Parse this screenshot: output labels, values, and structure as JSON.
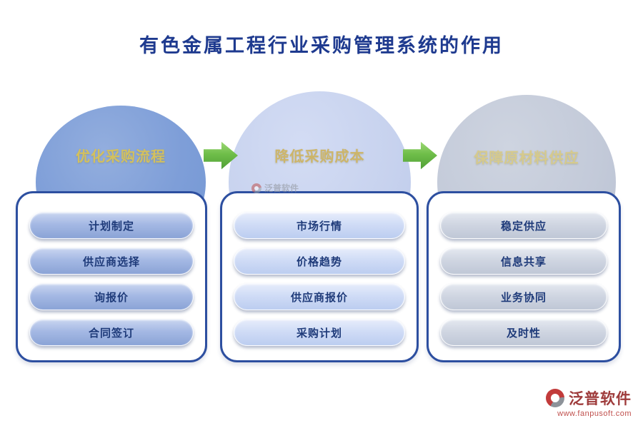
{
  "title": "有色金属工程行业采购管理系统的作用",
  "columns": [
    {
      "header": "优化采购流程",
      "items": [
        "计划制定",
        "供应商选择",
        "询报价",
        "合同签订"
      ]
    },
    {
      "header": "降低采购成本",
      "items": [
        "市场行情",
        "价格趋势",
        "供应商报价",
        "采购计划"
      ]
    },
    {
      "header": "保障原材料供应",
      "items": [
        "稳定供应",
        "信息共享",
        "业务协同",
        "及时性"
      ]
    }
  ],
  "watermark": {
    "brand": "泛普软件"
  },
  "footer": {
    "brand": "泛普软件",
    "url": "www.fanpusoft.com"
  },
  "colors": {
    "title_text": "#1e3a8f",
    "panel_border": "#2d4fa0",
    "circle1": "#7e9ed8",
    "circle2": "#c7d2ee",
    "circle3": "#c3cad9",
    "circle_header_text": "#d3c05e",
    "pill1": "#8aa3d6",
    "pill2": "#bccdf0",
    "pill3": "#bfc7d6",
    "pill_text": "#1f3b7a",
    "arrow_green": "#6fbe49",
    "brand_red": "#9e3b3b"
  }
}
